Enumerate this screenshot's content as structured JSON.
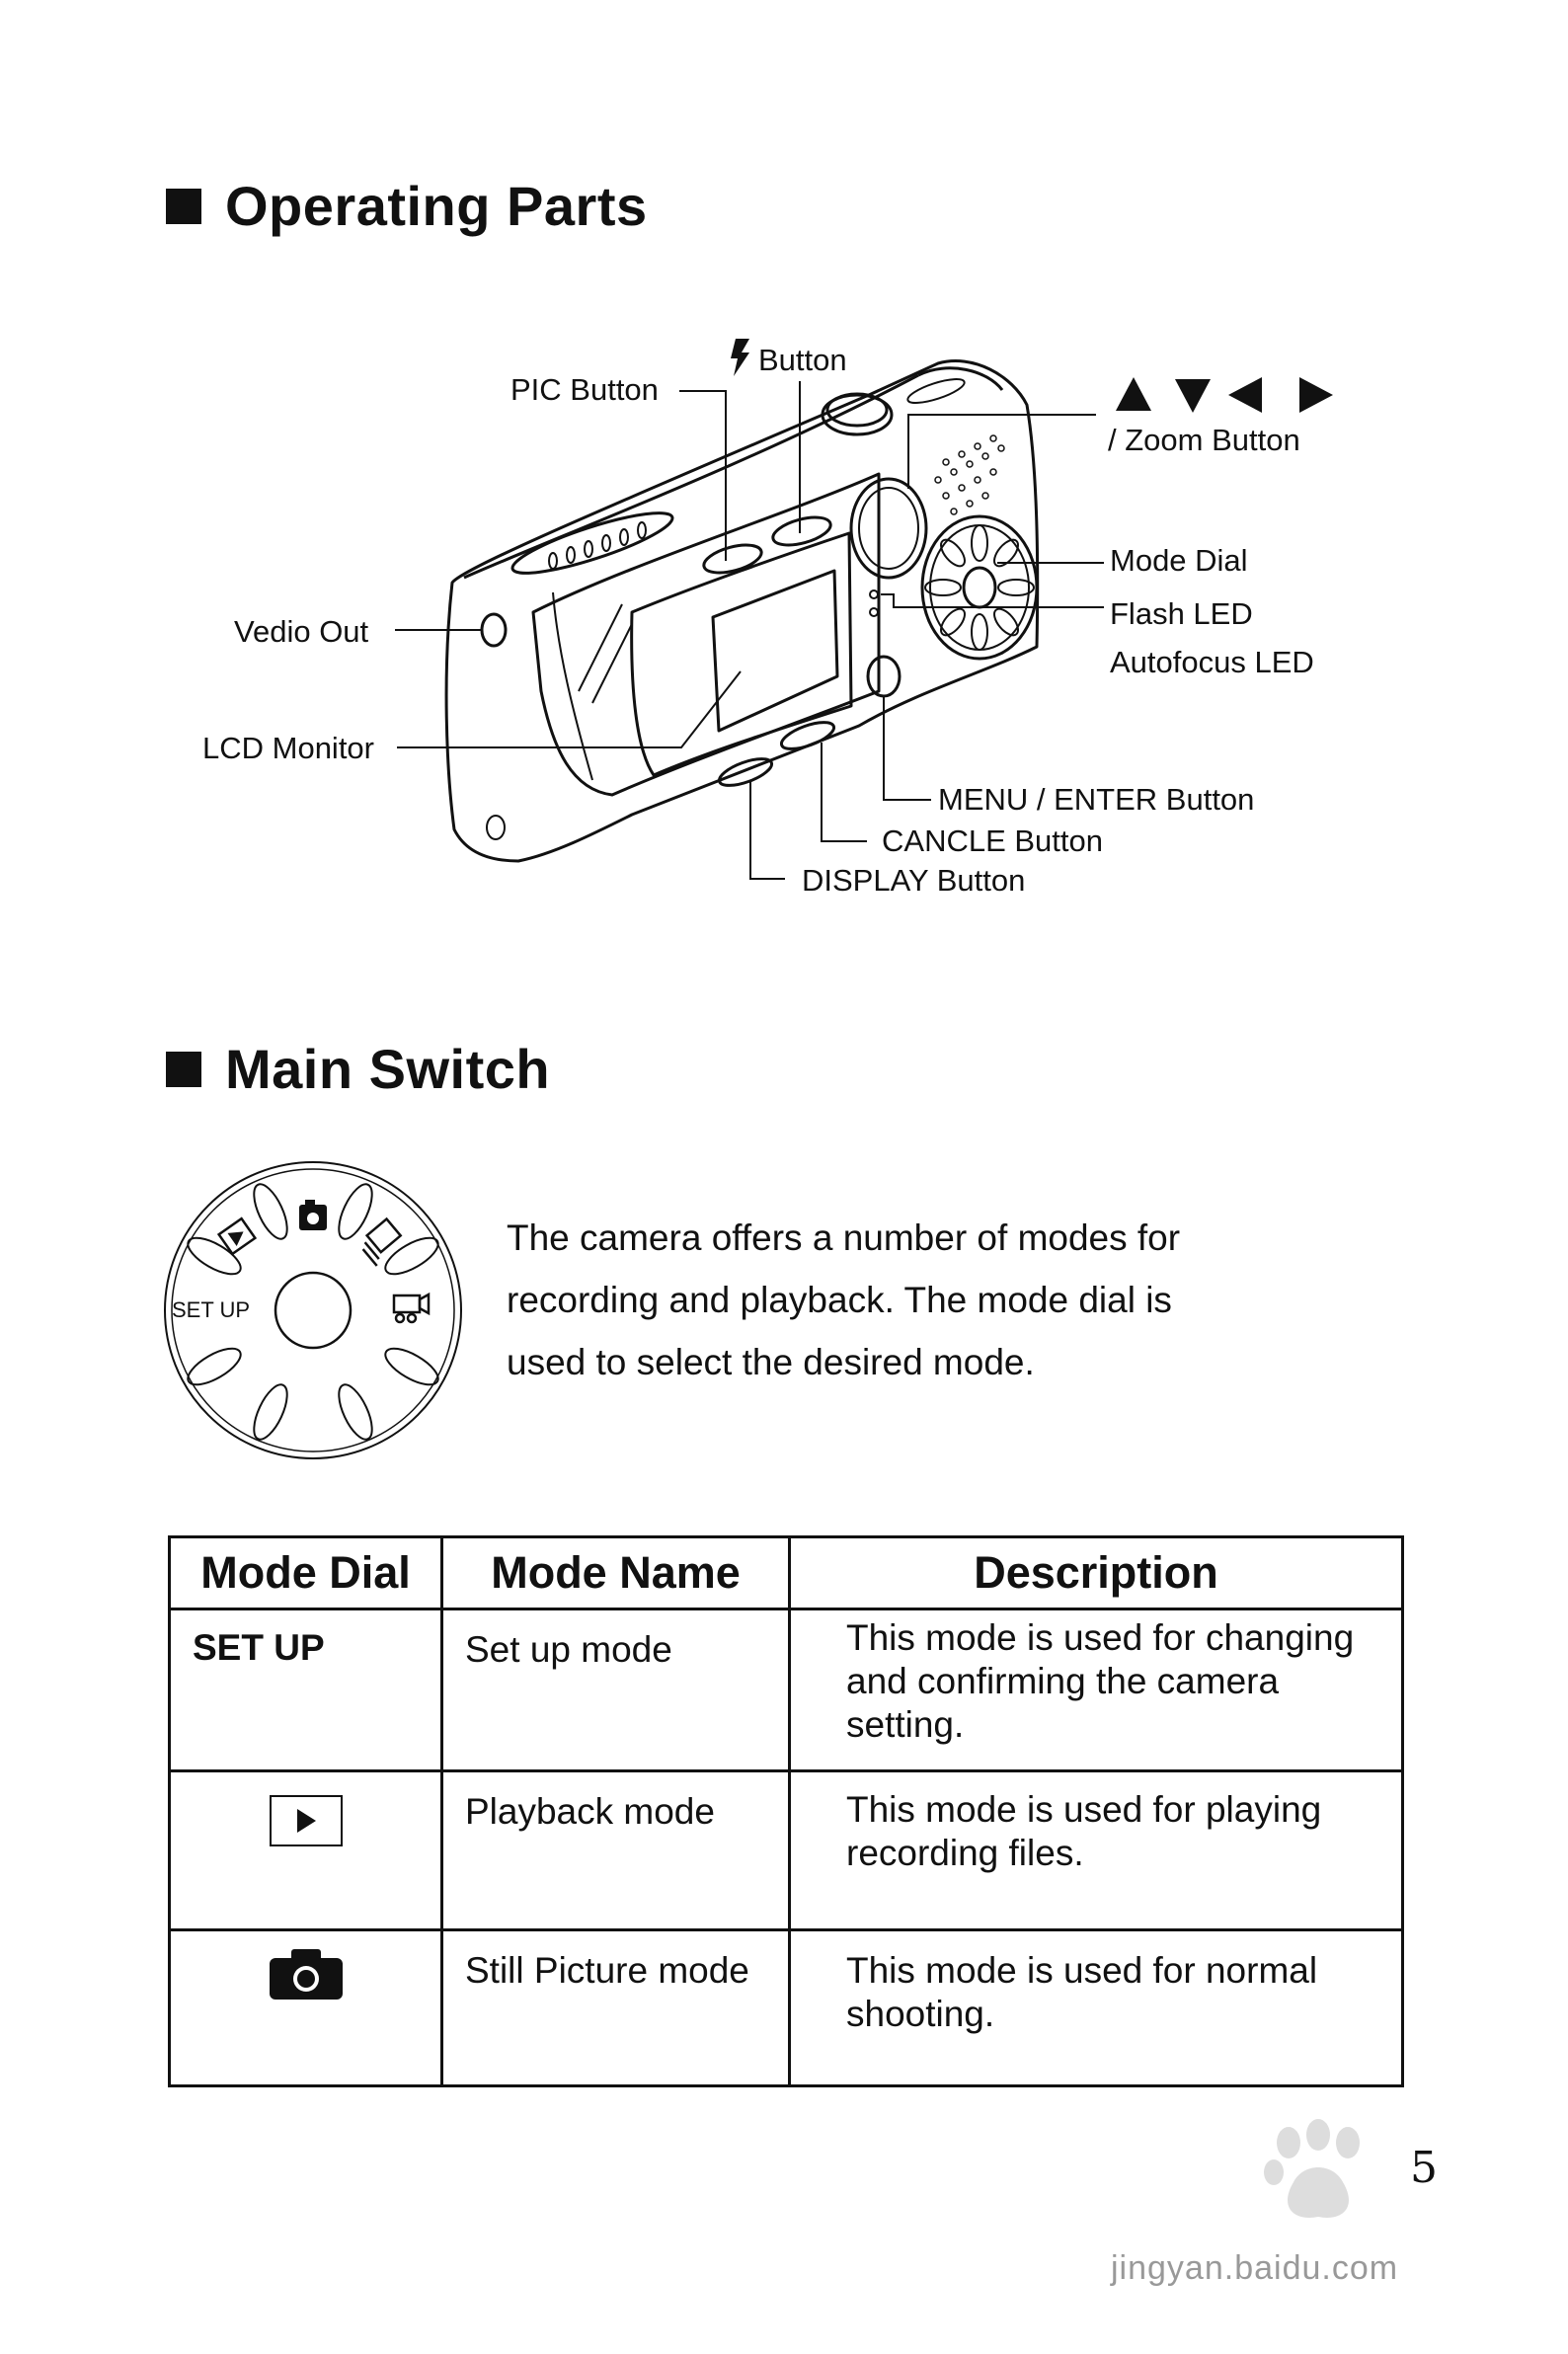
{
  "sections": {
    "operating_parts": "Operating Parts",
    "main_switch": "Main Switch"
  },
  "callouts": {
    "pic_button": "PIC Button",
    "flash_button": "Button",
    "zoom_button": "/ Zoom Button",
    "mode_dial": "Mode Dial",
    "flash_led": "Flash LED",
    "autofocus_led": "Autofocus LED",
    "video_out": "Vedio Out",
    "lcd_monitor": "LCD Monitor",
    "menu_enter": "MENU / ENTER Button",
    "cancle": "CANCLE  Button",
    "display": "DISPLAY  Button"
  },
  "dial_label": "SET UP",
  "intro_lines": [
    "The camera offers a number of modes for",
    "recording and playback. The mode dial is",
    "used to select the desired mode."
  ],
  "table": {
    "headers": [
      "Mode Dial",
      "Mode Name",
      "Description"
    ],
    "setup_symbol": "SET UP",
    "rows": [
      {
        "name": "Set up mode",
        "description": "This mode is used for changing and confirming the camera setting."
      },
      {
        "name": "Playback mode",
        "description": "This mode is used for playing recording files.",
        "icon": "play-icon"
      },
      {
        "name": "Still Picture mode",
        "description": "This mode is used for normal shooting.",
        "icon": "camera-icon"
      }
    ]
  },
  "page_number": "5",
  "watermark": "jingyan.baidu.com"
}
